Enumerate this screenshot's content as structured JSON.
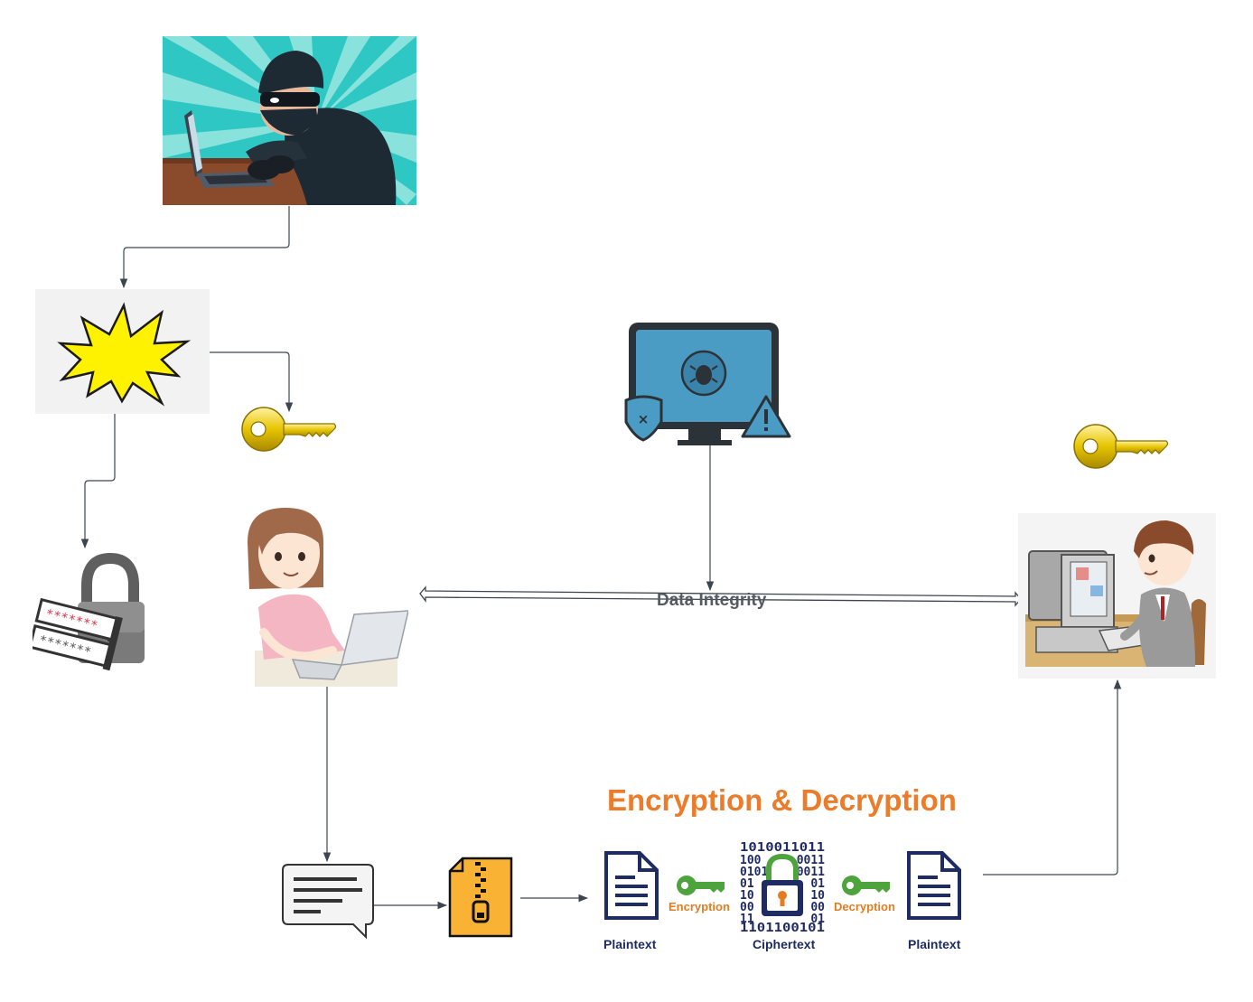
{
  "diagram": {
    "data_integrity_label": "Data Integrity",
    "encryption_title": "Encryption & Decryption",
    "plaintext_left_label": "Plaintext",
    "encryption_label": "Encryption",
    "ciphertext_label": "Ciphertext",
    "decryption_label": "Decryption",
    "plaintext_right_label": "Plaintext",
    "cipher_bits": [
      "1010011011",
      "100 0011",
      "0101 0011",
      "01 01",
      "10 10",
      "00 00",
      "11 01",
      "1101100101"
    ]
  },
  "colors": {
    "accent_orange": "#ea7c2b",
    "navy": "#1f2b63",
    "key_gold": "#e6c400",
    "key_green": "#4ea43c",
    "zip_yellow": "#f9b233",
    "monitor_blue": "#4b9cc4",
    "connector": "#3d4551"
  },
  "icons": [
    "hacker-illustration",
    "explosion-icon",
    "key-icon",
    "padlock-password-icon",
    "woman-laptop-illustration",
    "monitor-malware-icon",
    "man-computer-illustration",
    "message-icon",
    "zip-file-icon",
    "plaintext-document-icon",
    "ciphertext-lock-icon",
    "green-key-icon"
  ]
}
